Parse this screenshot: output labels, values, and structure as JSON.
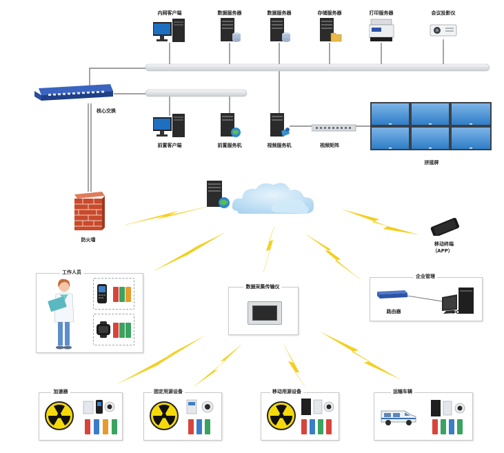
{
  "top_row": {
    "intranet_client": "内网客户端",
    "data_server_1": "数据服务器",
    "data_server_2": "数据服务器",
    "storage_server": "存储服务器",
    "print_server": "打印服务器",
    "projector": "会议投影仪"
  },
  "second_row": {
    "core_switch": "核心交换",
    "front_client": "前置客户端",
    "front_server": "前置服务机",
    "video_server": "视频服务机",
    "video_matrix": "视频矩阵",
    "video_wall": "拼接屏"
  },
  "middle": {
    "firewall": "防火墙",
    "mobile_terminal_line1": "移动终端",
    "mobile_terminal_line2": "（APP）",
    "staff": "工作人员",
    "collector": "数据采集传输仪",
    "enterprise": "企业管理",
    "router": "路由器",
    "pc": "PC"
  },
  "bottom": {
    "accelerator": "加速器",
    "fixed_source": "固定用源设备",
    "mobile_source": "移动用源设备",
    "transport_vehicle": "运输车辆"
  },
  "colors": {
    "bus_pipe": "#e3e6e9",
    "cloud": "#bfe0f5",
    "lightning": "#f3cf1e",
    "radiation_yellow": "#f5d90a",
    "screen_blue": "#3d8fd6",
    "switch_blue": "#2d54a8",
    "brick": "#c94a2c",
    "tag_red": "#d8443c",
    "tag_green": "#3aa360",
    "tag_orange": "#e89a2a",
    "tag_blue": "#3a7dc9"
  }
}
